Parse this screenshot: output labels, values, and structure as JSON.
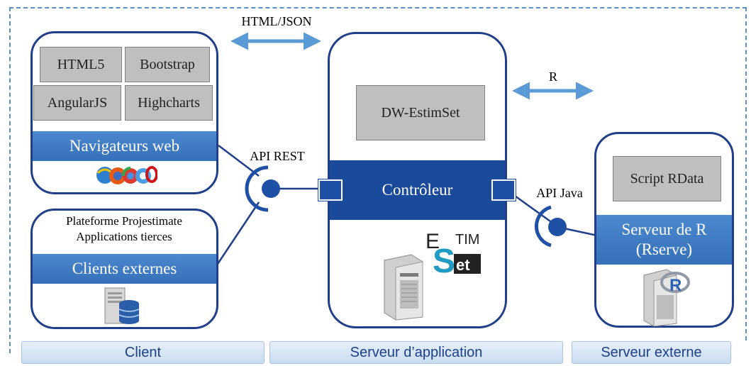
{
  "diagram": {
    "arrows": {
      "html_json": "HTML/JSON",
      "r": "R"
    },
    "client_browsers": {
      "techs": [
        "HTML5",
        "Bootstrap",
        "AngularJS",
        "Highcharts"
      ],
      "title": "Navigateurs web"
    },
    "client_external": {
      "line1": "Plateforme Projestimate",
      "line2": "Applications tierces",
      "title": "Clients externes"
    },
    "app_server": {
      "component": "DW-EstimSet",
      "controller": "Contrôleur",
      "logo": "ESTIMSet"
    },
    "external_server": {
      "component": "Script RData",
      "title_line1": "Serveur de R",
      "title_line2": "(Rserve)"
    },
    "interfaces": {
      "rest": "API REST",
      "java": "API Java"
    },
    "footer": [
      "Client",
      "Serveur d’application",
      "Serveur externe"
    ],
    "colors": {
      "dark_blue": "#1f3f8a",
      "bar_blue": "#3f7cc4",
      "arrow_blue": "#5b9bd5",
      "gray_box": "#bfbfbf"
    }
  }
}
